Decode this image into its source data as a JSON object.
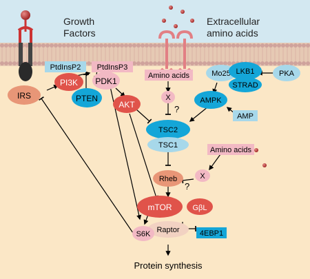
{
  "header": {
    "growth_factors": [
      "Growth",
      "Factors"
    ],
    "extracellular": [
      "Extracellular",
      "amino acids"
    ]
  },
  "nodes": {
    "irs": "IRS",
    "pi3k": "PI3K",
    "ptdinsp2": "PtdInsP2",
    "ptdinsp3": "PtdInsP3",
    "pten": "PTEN",
    "pdk1": "PDK1",
    "akt": "AKT",
    "amino_acids_top": "Amino acids",
    "x_top": "X",
    "question_top": "?",
    "lkb1": "LKB1",
    "mo25": "Mo25",
    "strad": "STRAD",
    "pka": "PKA",
    "ampk": "AMPK",
    "amp": "AMP",
    "tsc2": "TSC2",
    "tsc1": "TSC1",
    "amino_acids_mid": "Amino acids",
    "x_mid": "X",
    "question_mid": "?",
    "rheb": "Rheb",
    "mtor": "mTOR",
    "gbl": "GβL",
    "raptor": "Raptor",
    "s6k": "S6K",
    "ebp1": "4EBP1"
  },
  "output": "Protein synthesis",
  "colors": {
    "cytoplasm": "#fbe7c6",
    "extracellular": "#d3e8f1",
    "membrane": "#cfa39c",
    "pink": "#f2b9c4",
    "salmon": "#e89677",
    "red": "#e0534a",
    "light_blue": "#a7d8ea",
    "cyan": "#14a6d8"
  }
}
